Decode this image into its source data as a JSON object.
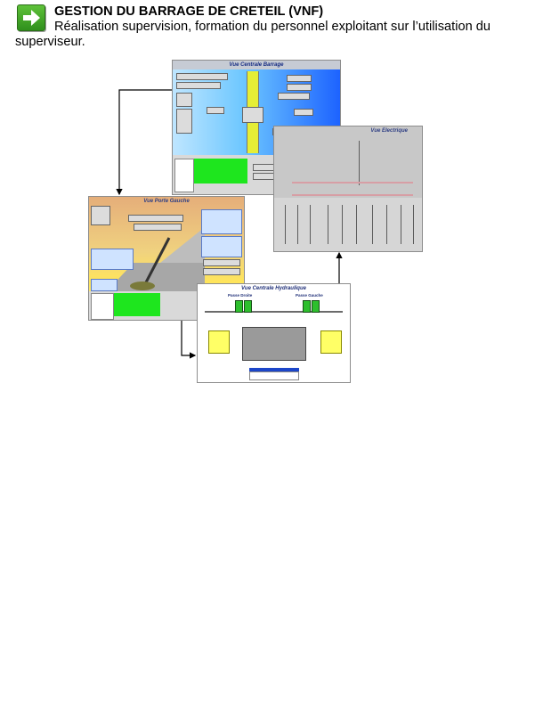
{
  "header": {
    "icon": "right-arrow-icon",
    "title": "GESTION DU BARRAGE DE CRETEIL (VNF)",
    "description_line1": "Réalisation supervision, formation du personnel exploitant sur l’utilisation du",
    "description_line2": "superviseur."
  },
  "screens": {
    "barrage": {
      "title": "Vue Centrale Barrage"
    },
    "electrique": {
      "title": "Vue Electrique"
    },
    "porte_gauche": {
      "title": "Vue Porte Gauche"
    },
    "hydraulique": {
      "title": "Vue Centrale Hydraulique",
      "left_label": "Passe Droite",
      "right_label": "Passe Gauche"
    }
  },
  "colors": {
    "arrow_green": "#3fa62a",
    "dam_yellow": "#e5ee36",
    "status_green": "#1ee61e",
    "screen_blue": "#1d63ff"
  }
}
